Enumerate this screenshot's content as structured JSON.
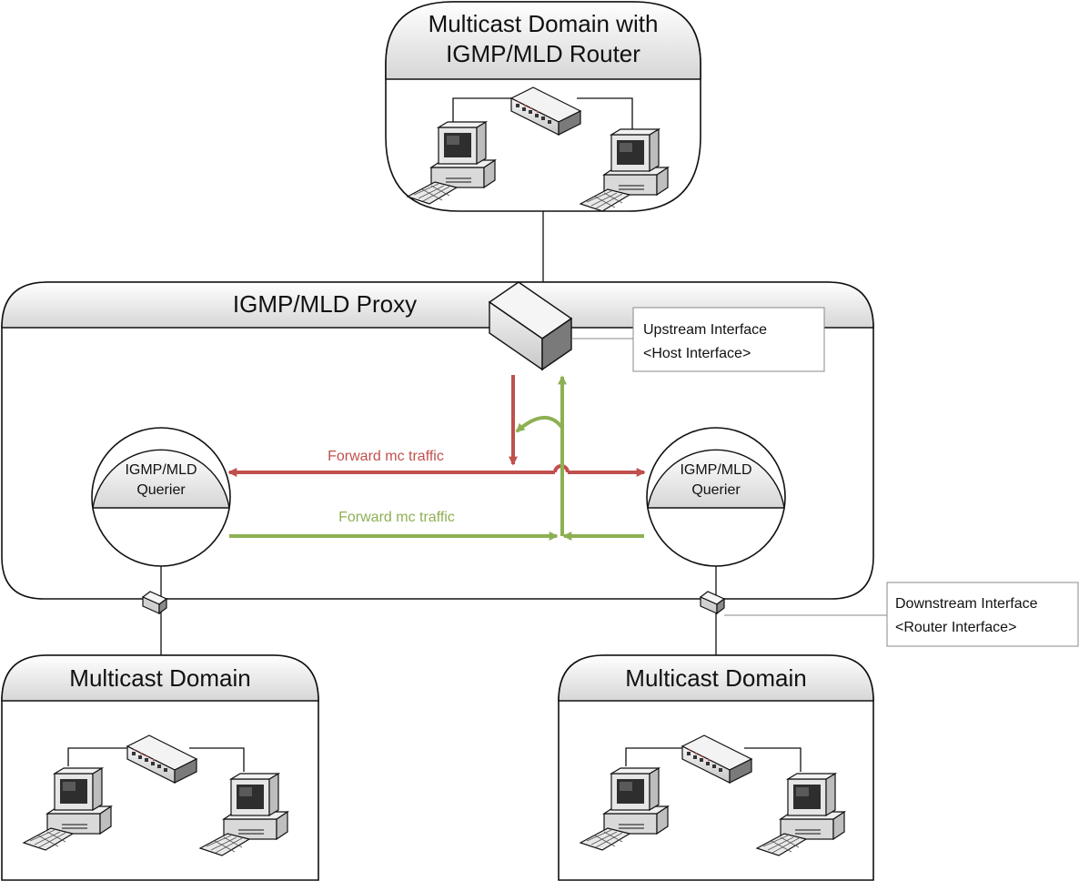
{
  "top_domain": {
    "line1": "Multicast Domain with",
    "line2": "IGMP/MLD Router"
  },
  "proxy": {
    "title": "IGMP/MLD Proxy"
  },
  "upstream": {
    "line1": "Upstream Interface",
    "line2": "<Host Interface>"
  },
  "downstream": {
    "line1": "Downstream Interface",
    "line2": "<Router Interface>"
  },
  "queriers": [
    {
      "line1": "IGMP/MLD",
      "line2": "Querier"
    },
    {
      "line1": "IGMP/MLD",
      "line2": "Querier"
    }
  ],
  "flows": {
    "red": {
      "label": "Forward mc traffic",
      "color": "#c0504d"
    },
    "green": {
      "label": "Forward mc traffic",
      "color": "#8db053"
    }
  },
  "bottom_domains": [
    {
      "title": "Multicast Domain"
    },
    {
      "title": "Multicast Domain"
    }
  ]
}
